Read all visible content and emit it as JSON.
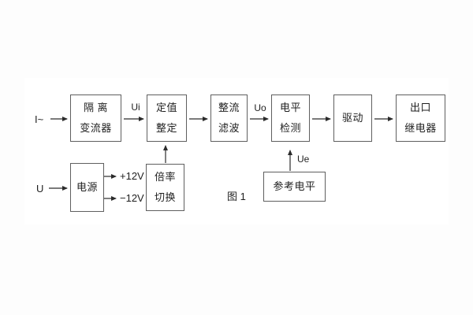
{
  "figure": {
    "caption": "图 1"
  },
  "inputs": {
    "current": "I~",
    "voltage": "U"
  },
  "signals": {
    "ui": "Ui",
    "uo": "Uo",
    "ue": "Ue",
    "rail_positive": "+12V",
    "rail_negative": "−12V"
  },
  "blocks": {
    "isolation_transformer": {
      "line1": "隔 离",
      "line2": "变流器"
    },
    "setting_adjustment": {
      "line1": "定值",
      "line2": "整定"
    },
    "rectifier_filter": {
      "line1": "整流",
      "line2": "滤波"
    },
    "level_detection": {
      "line1": "电平",
      "line2": "检测"
    },
    "drive": {
      "line1": "驱动"
    },
    "output_relay": {
      "line1": "出口",
      "line2": "继电器"
    },
    "power_supply": {
      "line1": "电源"
    },
    "ratio_switching": {
      "line1": "倍率",
      "line2": "切换"
    },
    "reference_level": {
      "line1": "参考电平"
    }
  },
  "colors": {
    "line": "#2b2b2b",
    "box_border": "#5f5f5f",
    "text": "#1f1f1f",
    "background": "#fdfdfd"
  }
}
